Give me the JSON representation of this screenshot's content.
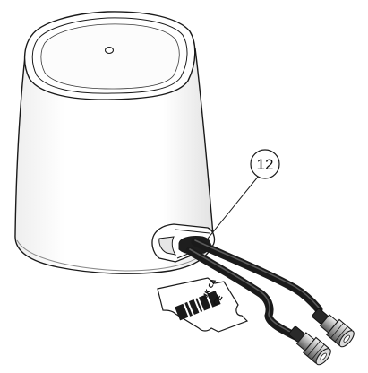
{
  "callout": {
    "number": "12"
  },
  "label_marks": {
    "ukca": "UK CA",
    "ce": "CE"
  },
  "colors": {
    "outline": "#1a1a1a",
    "body_fill": "#ffffff",
    "shade": "#d9d9d9",
    "cable": "#202020",
    "metal": "#b8b8b8"
  }
}
